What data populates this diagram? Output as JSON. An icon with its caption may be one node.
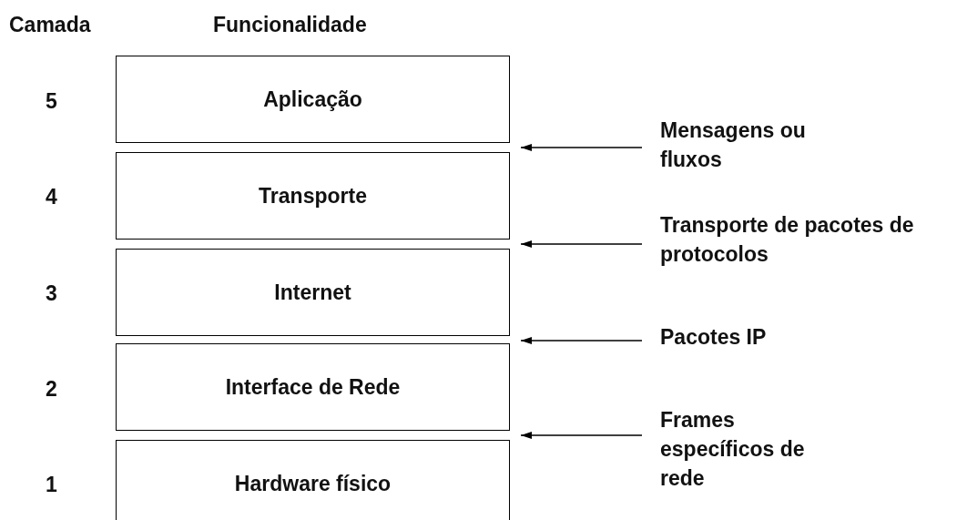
{
  "diagram": {
    "nodes": [
      {
        "text": [
          "Aplicação"
        ]
      },
      {
        "text": [
          "Transporte"
        ]
      },
      {
        "text": [
          "Internet"
        ]
      },
      {
        "text": [
          "Interface de Rede"
        ]
      },
      {
        "text": [
          "Hardware físico"
        ]
      },
      {
        "text": [
          "Mensagens ou fluxos"
        ]
      },
      {
        "text": [
          "Transporte de pacotes de protocolos"
        ]
      },
      {
        "text": [
          "Pacotes IP"
        ]
      },
      {
        "text": [
          "Frames específicos de rede"
        ]
      }
    ],
    "edges": [
      {
        "from": 5,
        "to": 0,
        "arrow": "to"
      },
      {
        "from": 6,
        "to": 1,
        "arrow": "to"
      },
      {
        "from": 7,
        "to": 2,
        "arrow": "to"
      },
      {
        "from": 8,
        "to": 3,
        "arrow": "to"
      }
    ],
    "labels": [
      "Camada",
      "Funcionalidade",
      "5",
      "4",
      "3",
      "2",
      "1"
    ]
  }
}
